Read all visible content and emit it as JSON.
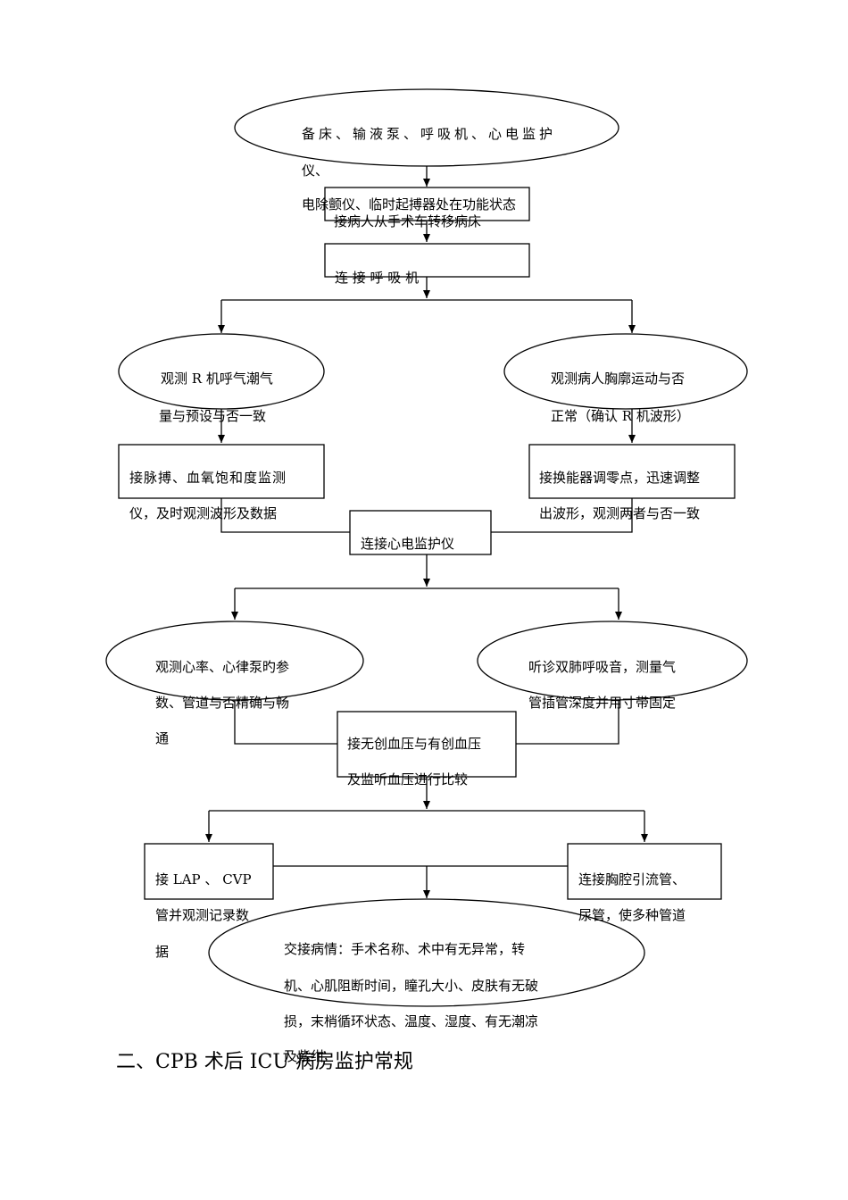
{
  "flowchart": {
    "prep": {
      "line1": "备床、输液泵、呼吸机、心电监护",
      "line2": "仪、",
      "line3": "电除颤仪、临时起搏器处在功能状态"
    },
    "transfer": "接病人从手术车转移病床",
    "ventilator": "连 接 呼 吸 机",
    "observe_r": {
      "line1": "观测 R 机呼气潮气",
      "line2": "量与预设与否一致"
    },
    "observe_chest": {
      "line1": "观测病人胸廓运动与否",
      "line2": "正常（确认 R 机波形）"
    },
    "pulse_ox": {
      "line1": "接脉搏、血氧饱和度监测",
      "line2": "仪，及时观测波形及数据"
    },
    "transducer": {
      "line1": "接换能器调零点，迅速调整",
      "line2": "出波形，观测两者与否一致"
    },
    "ecg": "连接心电监护仪",
    "heart_rate": {
      "line1": "观测心率、心律泵旳参",
      "line2": "数、管道与否精确与畅",
      "line3": "通"
    },
    "auscultate": {
      "line1": "听诊双肺呼吸音，测量气",
      "line2": "管插管深度并用寸带固定"
    },
    "bp": {
      "line1": "接无创血压与有创血压",
      "line2": "及监听血压进行比较"
    },
    "lap_cvp": {
      "line1": "接 LAP 、 CVP",
      "line2": "管并观测记录数",
      "line3": "据"
    },
    "drain": {
      "line1": "连接胸腔引流管、",
      "line2": "尿管，使多种管道"
    },
    "handover": {
      "line1": "交接病情：手术名称、术中有无异常，转",
      "line2": "机、心肌阻断时间，瞳孔大小、皮肤有无破",
      "line3": "损，末梢循环状态、温度、湿度、有无潮凉",
      "line4": "及紫绀"
    }
  },
  "section_heading": "二、CPB 术后 ICU 病房监护常规"
}
